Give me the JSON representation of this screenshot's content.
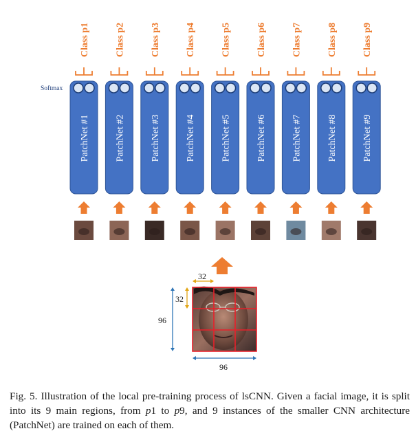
{
  "softmax_label": "Softmax",
  "columns": [
    {
      "class_label": "Class p1",
      "net_label": "PatchNet #1"
    },
    {
      "class_label": "Class p2",
      "net_label": "PatchNet #2"
    },
    {
      "class_label": "Class p3",
      "net_label": "PatchNet #3"
    },
    {
      "class_label": "Class p4",
      "net_label": "PatchNet #4"
    },
    {
      "class_label": "Class p5",
      "net_label": "PatchNet #5"
    },
    {
      "class_label": "Class p6",
      "net_label": "PatchNet #6"
    },
    {
      "class_label": "Class p7",
      "net_label": "PatchNet #7"
    },
    {
      "class_label": "Class p8",
      "net_label": "PatchNet #8"
    },
    {
      "class_label": "Class p9",
      "net_label": "PatchNet #9"
    }
  ],
  "face_grid": {
    "patch_width_label": "32",
    "patch_height_label": "32",
    "image_width_label": "96",
    "image_height_label": "96"
  },
  "caption": {
    "prefix": "Fig. 5.  Illustration of the local pre-training process of lsCNN. Given a facial image, it is split into its 9 main regions, from ",
    "var_start": "p",
    "num_start": "1",
    "mid": " to ",
    "var_end": "p",
    "num_end": "9",
    "suffix": ", and 9 instances of the smaller CNN architecture (PatchNet) are trained on each of them."
  },
  "colors": {
    "orange": "#ED7D31",
    "net_blue": "#4472C4",
    "net_border": "#2F5597",
    "grid_red": "#E8202A",
    "dimension_blue": "#2E75B6",
    "dimension_gold": "#E2A513"
  }
}
